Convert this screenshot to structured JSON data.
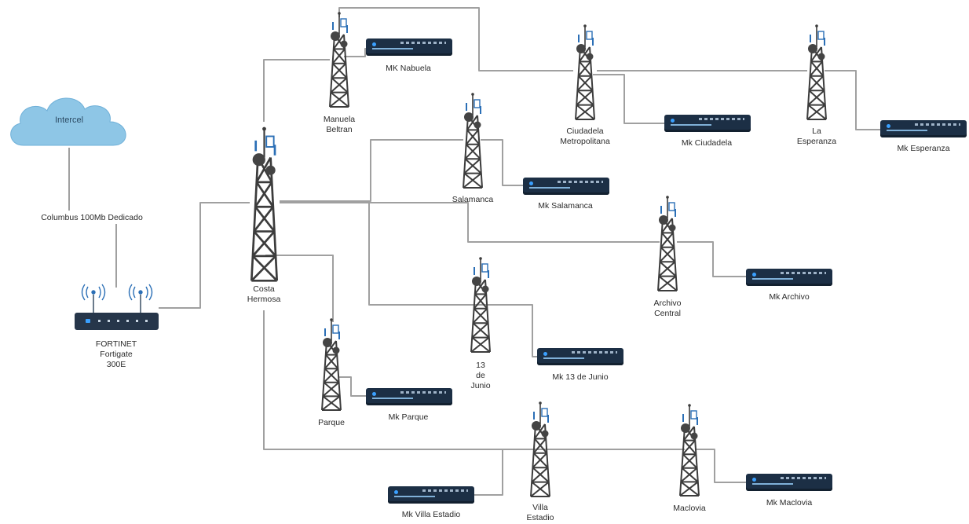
{
  "cloud": {
    "label": "Intercel"
  },
  "uplink": {
    "label": "Columbus 100Mb Dedicado"
  },
  "firewall": {
    "line1": "FORTINET",
    "line2": "Fortigate",
    "line3": "300E"
  },
  "towers": {
    "costa_hermosa": {
      "lines": [
        "Costa",
        "Hermosa"
      ]
    },
    "manuela_beltran": {
      "lines": [
        "Manuela",
        "Beltran"
      ]
    },
    "ciudadela": {
      "lines": [
        "Ciudadela",
        "Metropolitana"
      ]
    },
    "la_esperanza": {
      "lines": [
        "La",
        "Esperanza"
      ]
    },
    "salamanca": {
      "lines": [
        "Salamanca"
      ]
    },
    "archivo_central": {
      "lines": [
        "Archivo",
        "Central"
      ]
    },
    "trece_junio": {
      "lines": [
        "13",
        "de",
        "Junio"
      ]
    },
    "parque": {
      "lines": [
        "Parque"
      ]
    },
    "villa_estadio": {
      "lines": [
        "Villa",
        "Estadio"
      ]
    },
    "maclovia": {
      "lines": [
        "Maclovia"
      ]
    }
  },
  "routers": {
    "nabuela": "MK Nabuela",
    "ciudadela": "Mk Ciudadela",
    "esperanza": "Mk Esperanza",
    "salamanca": "Mk Salamanca",
    "archivo": "Mk Archivo",
    "trece_junio": "Mk 13 de Junio",
    "parque": "Mk Parque",
    "villa_estadio": "Mk Villa Estadio",
    "maclovia": "Mk Maclovia"
  },
  "colors": {
    "link": "#9a9a9a",
    "tower": "#3c3c3c",
    "switch": "#1c2f45",
    "cloud": "#8ec6e6",
    "antenna": "#2b6fb6"
  }
}
